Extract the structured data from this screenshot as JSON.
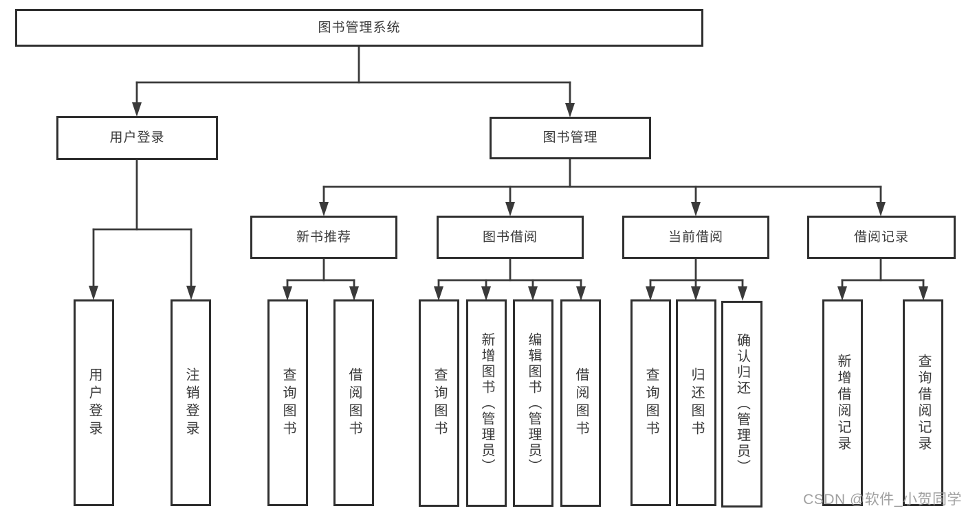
{
  "diagram": {
    "root_label": "图书管理系统",
    "level2": [
      {
        "label": "用户登录",
        "leaves": [
          "用户登录",
          "注销登录"
        ]
      },
      {
        "label": "图书管理",
        "groups": [
          {
            "label": "新书推荐",
            "leaves": [
              "查询图书",
              "借阅图书"
            ]
          },
          {
            "label": "图书借阅",
            "leaves": [
              "查询图书",
              "新增图书（管理员）",
              "编辑图书（管理员）",
              "借阅图书"
            ]
          },
          {
            "label": "当前借阅",
            "leaves": [
              "查询图书",
              "归还图书",
              "确认归还（管理员）"
            ]
          },
          {
            "label": "借阅记录",
            "leaves": [
              "新增借阅记录",
              "查询借阅记录"
            ]
          }
        ]
      }
    ]
  },
  "watermark": {
    "text": "CSDN @软件_小贺同学"
  },
  "colors": {
    "line": "#3a3a3a",
    "box_border": "#2f2f2f",
    "text": "#3a3a3a",
    "watermark": "#969696",
    "background": "#ffffff"
  }
}
